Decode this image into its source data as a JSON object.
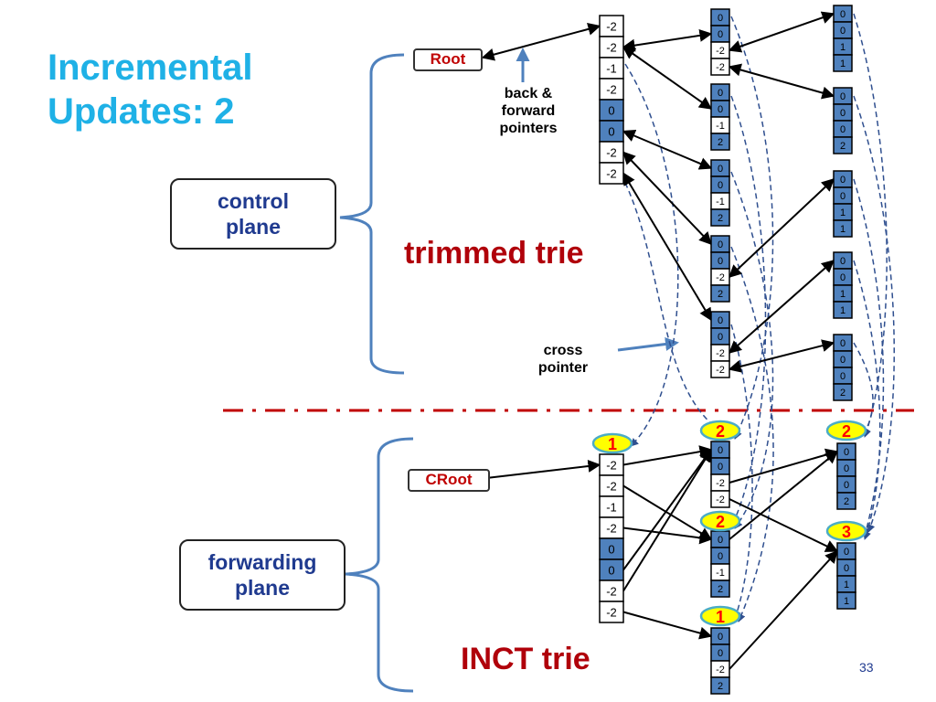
{
  "slide": {
    "title_line1": "Incremental",
    "title_line2": "Updates: 2",
    "page_number": "33"
  },
  "labels": {
    "control_plane_l1": "control",
    "control_plane_l2": "plane",
    "forwarding_plane_l1": "forwarding",
    "forwarding_plane_l2": "plane",
    "trimmed_trie": "trimmed trie",
    "inct_trie": "INCT trie",
    "root": "Root",
    "croot": "CRoot",
    "back_forward_l1": "back &",
    "back_forward_l2": "forward",
    "back_forward_l3": "pointers",
    "cross_pointer_l1": "cross",
    "cross_pointer_l2": "pointer"
  },
  "colors": {
    "title": "#1fb1e6",
    "label_blue": "#1f3a8f",
    "red": "#b0000a",
    "cell_blue": "#4f81bd",
    "divider": "#c00000",
    "badge_fill": "#ffff00",
    "badge_ring": "#4bacc6",
    "badge_text": "#ff0000",
    "arrow_blue": "#4f81bd",
    "dashed": "#2f4f8f"
  },
  "trimmed_trie": {
    "root_node": [
      "-2",
      "-2",
      "-1",
      "-2",
      "0",
      "0",
      "-2",
      "-2"
    ],
    "level2_nodes": [
      [
        "0",
        "0",
        "-2",
        "-2"
      ],
      [
        "0",
        "0",
        "-1",
        "2"
      ],
      [
        "0",
        "0",
        "-1",
        "2"
      ],
      [
        "0",
        "0",
        "-2",
        "2"
      ],
      [
        "0",
        "0",
        "-2",
        "-2"
      ]
    ],
    "level3_nodes": [
      [
        "0",
        "0",
        "1",
        "1"
      ],
      [
        "0",
        "0",
        "0",
        "2"
      ],
      [
        "0",
        "0",
        "1",
        "1"
      ],
      [
        "0",
        "0",
        "1",
        "1"
      ],
      [
        "0",
        "0",
        "0",
        "2"
      ]
    ]
  },
  "inct_trie": {
    "root_node": [
      "-2",
      "-2",
      "-1",
      "-2",
      "0",
      "0",
      "-2",
      "-2"
    ],
    "root_badge": "1",
    "level2_nodes": [
      {
        "badge": "2",
        "cells": [
          "0",
          "0",
          "-2",
          "-2"
        ]
      },
      {
        "badge": "2",
        "cells": [
          "0",
          "0",
          "-1",
          "2"
        ]
      },
      {
        "badge": "1",
        "cells": [
          "0",
          "0",
          "-2",
          "2"
        ]
      }
    ],
    "level3_nodes": [
      {
        "badge": "2",
        "cells": [
          "0",
          "0",
          "0",
          "2"
        ]
      },
      {
        "badge": "3",
        "cells": [
          "0",
          "0",
          "1",
          "1"
        ]
      }
    ]
  }
}
